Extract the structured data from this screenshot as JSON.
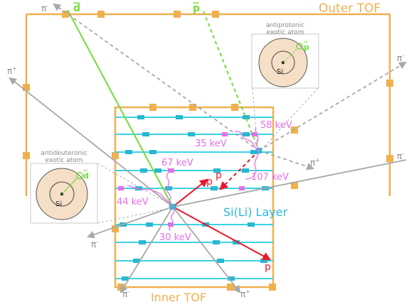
{
  "labels": {
    "outer_tof": "Outer TOF",
    "inner_tof": "Inner TOF",
    "si_layer": "Si(Li) Layer"
  },
  "particles": {
    "dbar": "d",
    "pbar": "p",
    "pion_plus": "π",
    "pion_minus": "π",
    "plus": "+",
    "minus": "-",
    "proton": "p"
  },
  "xray_energies": {
    "e58": "58 keV",
    "e35": "35 keV",
    "e107": "107 keV",
    "e67": "67 keV",
    "e44": "44 keV",
    "e30": "30 keV"
  },
  "atoms": {
    "antiprotonic_line1": "antiprotonic",
    "antiprotonic_line2": "exotic atom",
    "antideuteronic_line1": "antideuteronic",
    "antideuteronic_line2": "exotic atom",
    "nucleus": "Si"
  },
  "colors": {
    "tof": "#f0b050",
    "si_strip": "#3cd2e6",
    "si_pad": "#29b7d1",
    "dbar_track": "#74dc3c",
    "pion_track": "#a8a8a8",
    "proton_track": "#e8192c",
    "xray": "#e86ee8",
    "label_cyan": "#2bb8d8",
    "atom_fill": "#f5dfc6"
  }
}
